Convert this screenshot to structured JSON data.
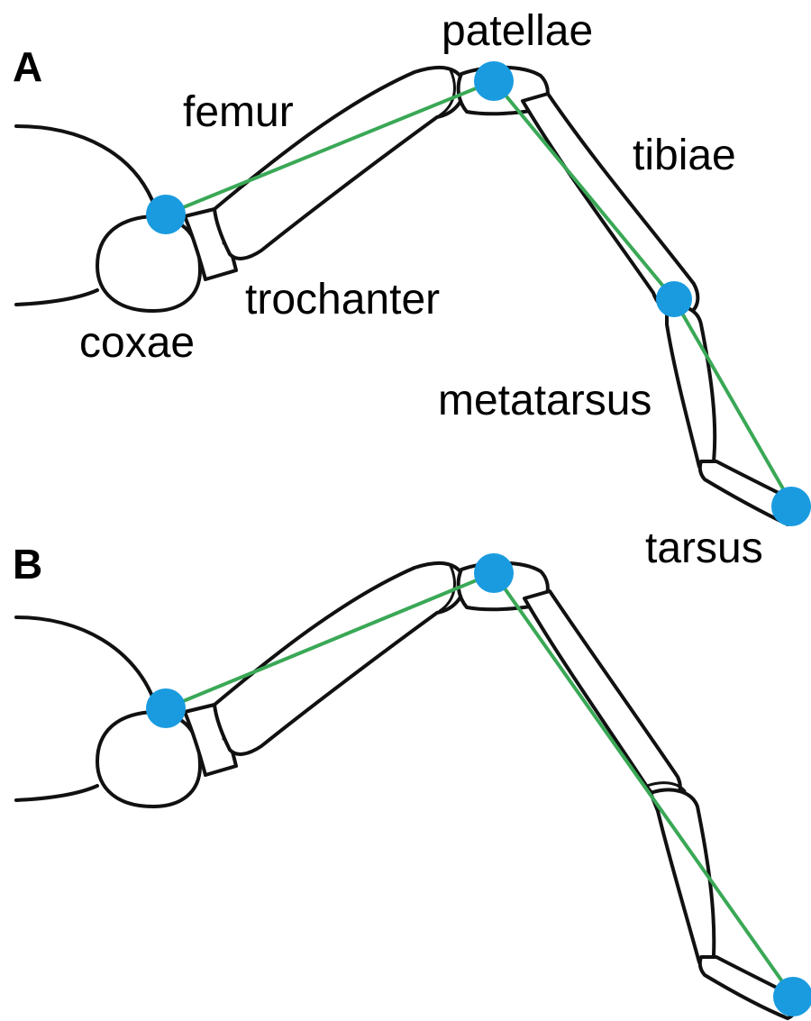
{
  "panels": [
    {
      "letter": "A",
      "labels": {
        "patellae": "patellae",
        "femur": "femur",
        "tibiae": "tibiae",
        "trochanter": "trochanter",
        "coxae": "coxae",
        "metatarsus": "metatarsus",
        "tarsus": "tarsus"
      }
    },
    {
      "letter": "B"
    }
  ],
  "colors": {
    "joint_marker": "#1a9be0",
    "joint_line": "#3aa856",
    "outline": "#111111"
  }
}
